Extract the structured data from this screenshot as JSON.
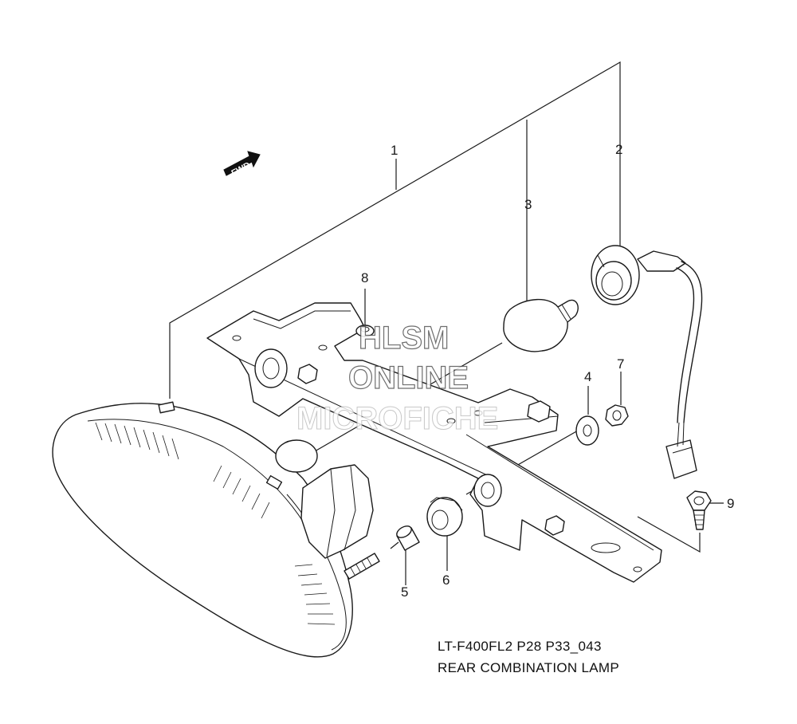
{
  "diagram": {
    "direction_label": "FWD",
    "callouts": [
      "1",
      "2",
      "3",
      "4",
      "5",
      "6",
      "7",
      "8",
      "9"
    ],
    "caption": {
      "code": "LT-F400FL2 P28 P33_043",
      "title": "REAR COMBINATION LAMP"
    },
    "watermark": {
      "line1": "HLSM",
      "line2": "ONLINE",
      "line3": "MICROFICHE"
    }
  }
}
